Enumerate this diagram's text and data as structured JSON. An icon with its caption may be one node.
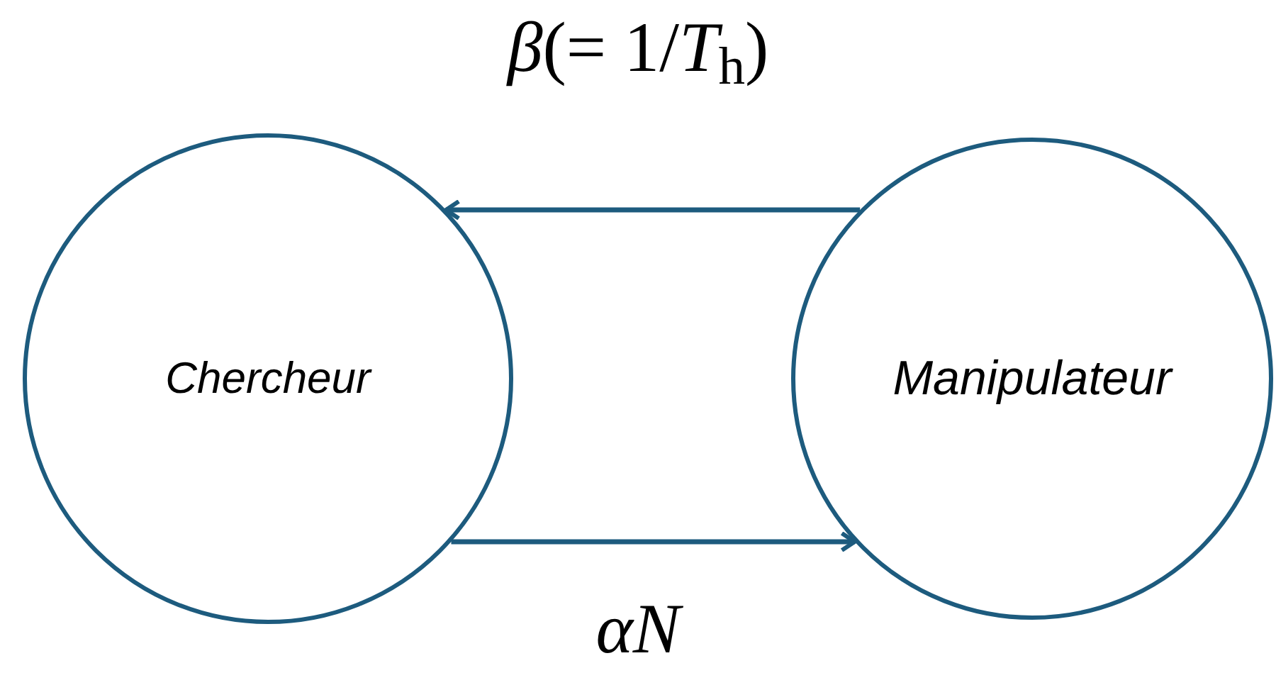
{
  "diagram": {
    "nodes": [
      {
        "text": [
          "Chercheur"
        ]
      },
      {
        "text": [
          "Manipulateur"
        ]
      }
    ],
    "edges": [
      {
        "from": 1,
        "to": 0,
        "arrow": "to",
        "label": "*β*(= 1/*T*$_{h}$)"
      },
      {
        "from": 0,
        "to": 1,
        "arrow": "to",
        "label": "αN"
      }
    ]
  }
}
